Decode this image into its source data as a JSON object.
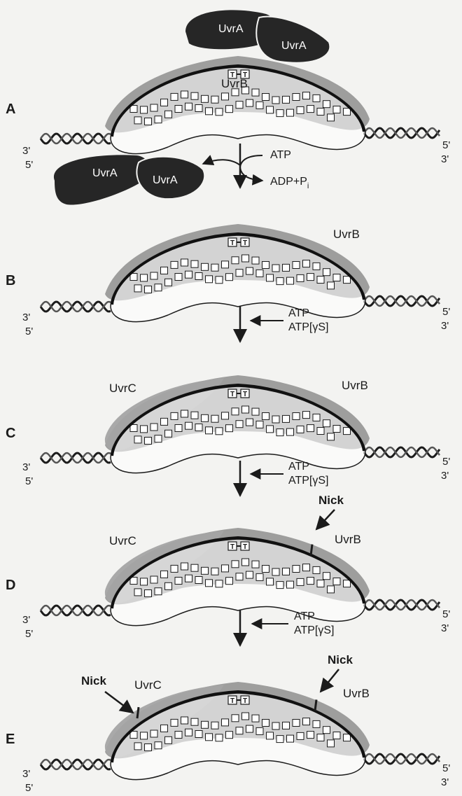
{
  "figure": {
    "ends": {
      "top_right": "5'",
      "bottom_right": "3'",
      "top_left": "3'",
      "bottom_left": "5'"
    },
    "thymine": "T",
    "transitions": [
      {
        "label_1": "ATP",
        "label_2": "ADP+P",
        "label_2_sub": "i"
      },
      {
        "label_1": "ATP",
        "label_2": "ATP[γS]"
      },
      {
        "label_1": "ATP",
        "label_2": "ATP[γS]"
      },
      {
        "label_1": "ATP",
        "label_2": "ATP[γS]"
      }
    ],
    "released_dimer": {
      "left": "UvrA",
      "right": "UvrA"
    },
    "panels": [
      {
        "letter": "A",
        "uvra_left": "UvrA",
        "uvra_right": "UvrA",
        "uvrb": "UvrB"
      },
      {
        "letter": "B",
        "uvrb": "UvrB"
      },
      {
        "letter": "C",
        "uvrc": "UvrC",
        "uvrb": "UvrB"
      },
      {
        "letter": "D",
        "uvrc": "UvrC",
        "uvrb": "UvrB",
        "nick_right": "Nick"
      },
      {
        "letter": "E",
        "uvrc": "UvrC",
        "uvrb": "UvrB",
        "nick_left": "Nick",
        "nick_right": "Nick"
      }
    ],
    "colors": {
      "uvra": "#262626",
      "uvrb": "#8e8e8e",
      "uvrc": "#a4a4a4",
      "dna_bubble": "#ffffff",
      "damaged_strand": "#111111",
      "background": "#f3f3f1"
    }
  }
}
